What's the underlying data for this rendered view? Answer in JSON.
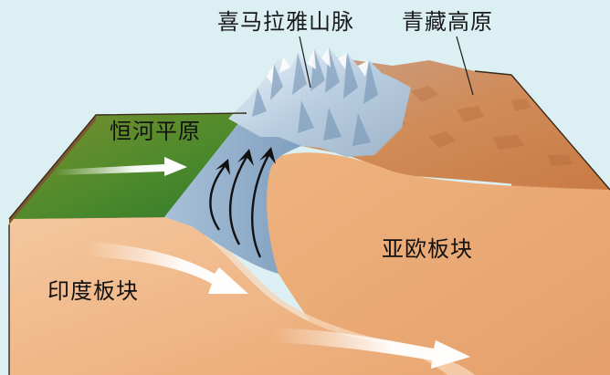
{
  "labels": {
    "himalaya": "喜马拉雅山脉",
    "tibet": "青藏高原",
    "ganges": "恒河平原",
    "eurasia": "亚欧板块",
    "india": "印度板块"
  },
  "colors": {
    "sky": "#dceff3",
    "plain_green": "#5d8a2b",
    "plain_soil": "#a8743e",
    "plate_body": "#f0b989",
    "plate_top": "#c98552",
    "mountain_snow": "#e9f2f8",
    "mountain_shadow": "#7d9fc1",
    "outline": "#3a2a1a",
    "arrow": "#ffffff"
  }
}
